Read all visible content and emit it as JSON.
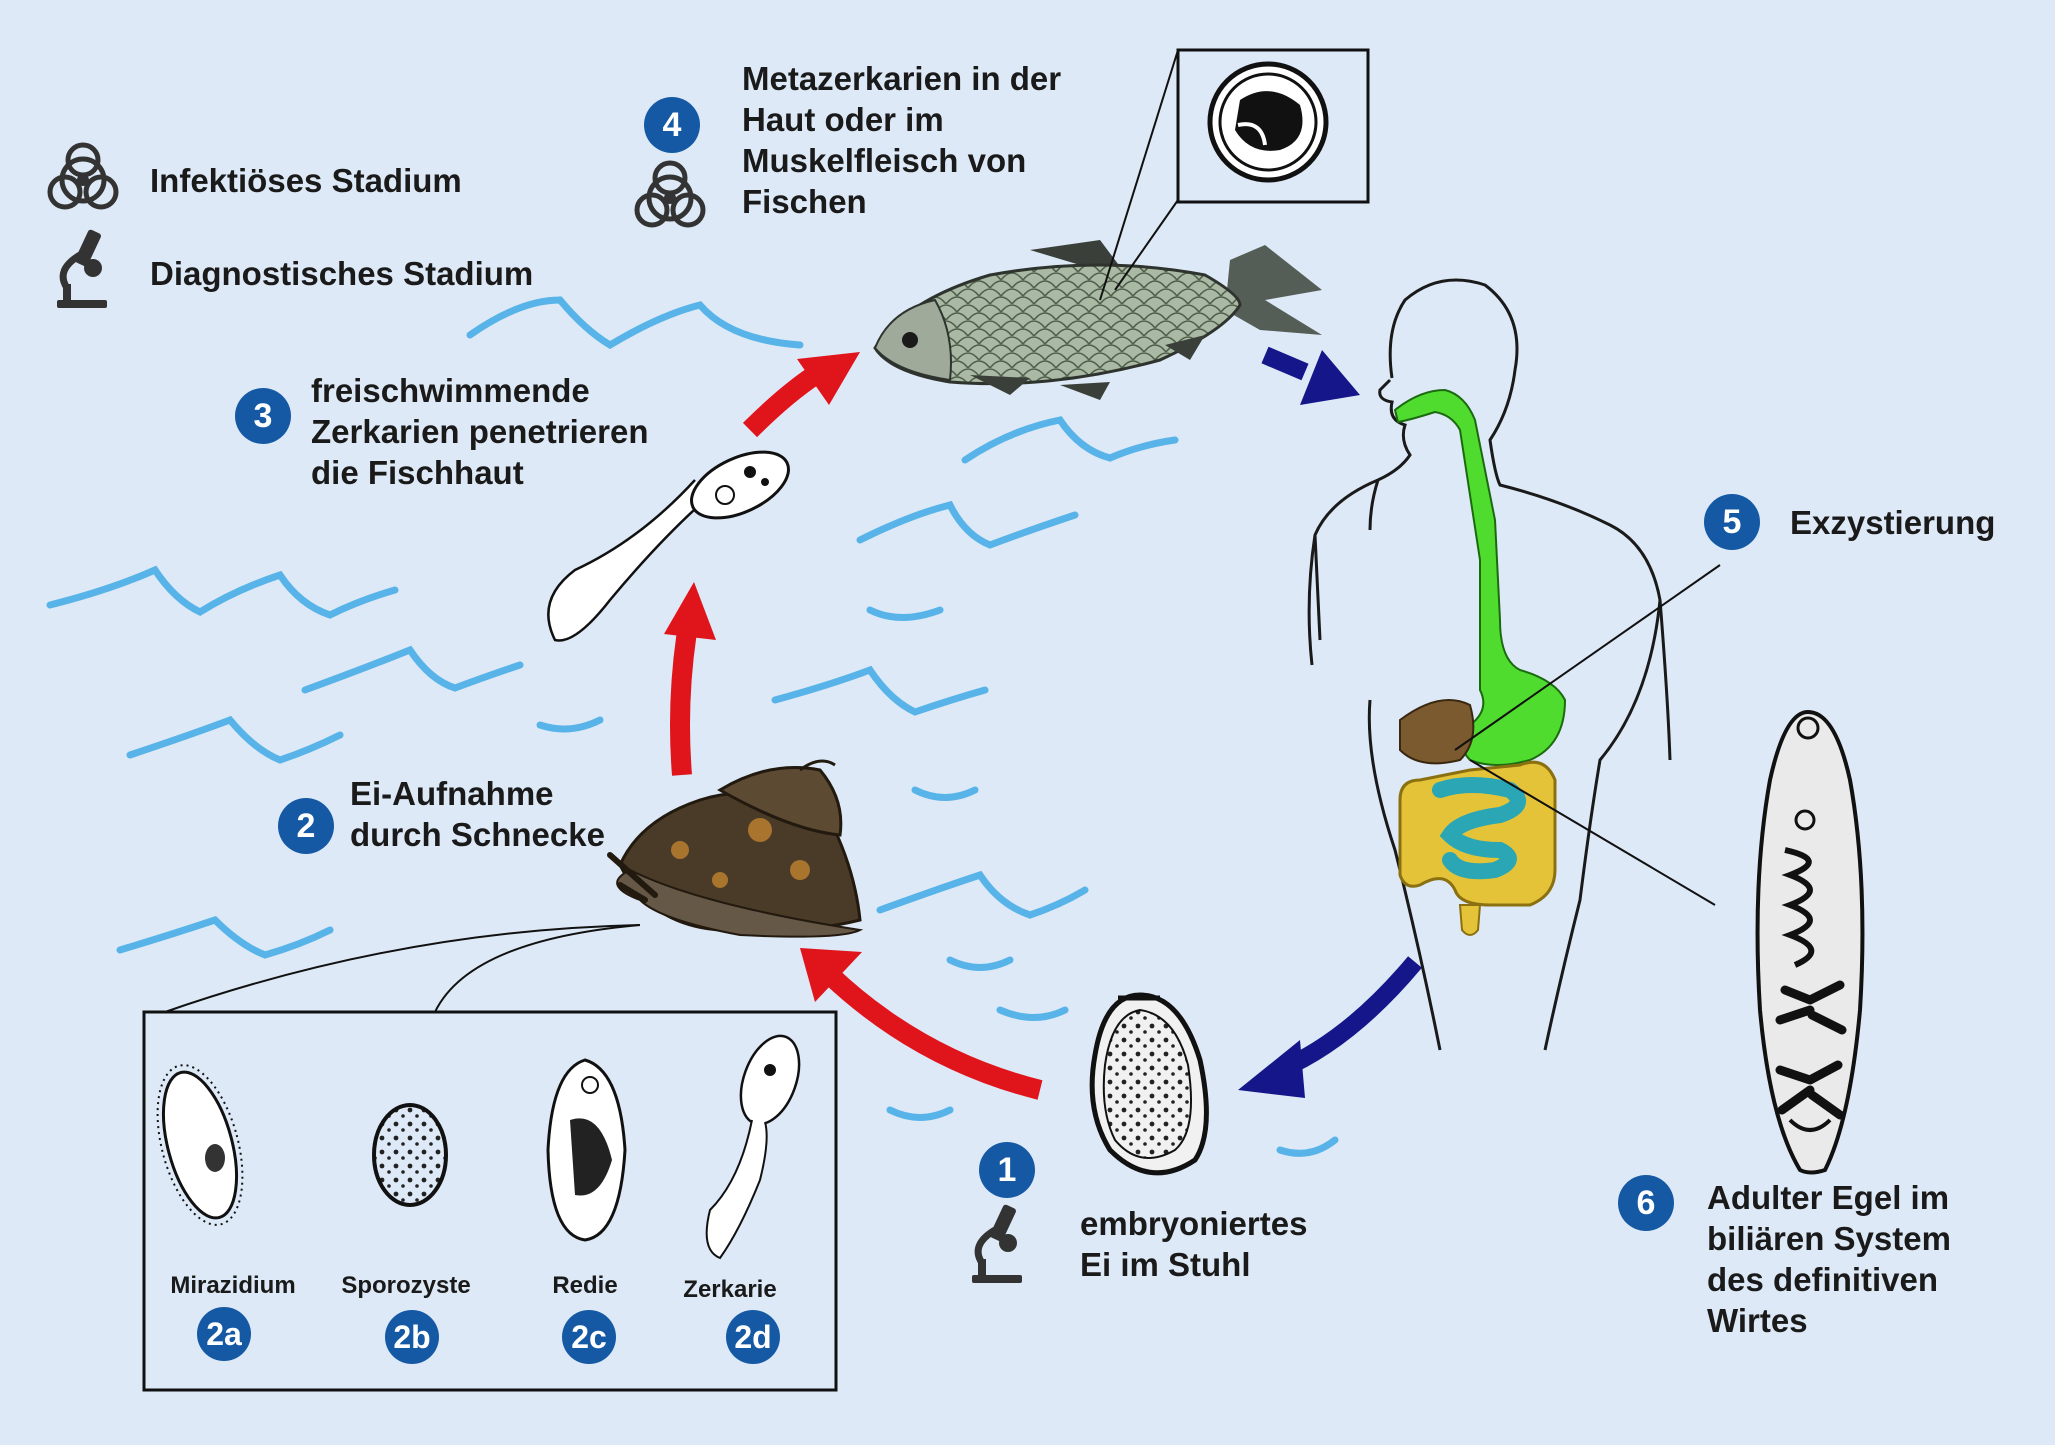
{
  "legend": {
    "infective": "Infektiöses Stadium",
    "diagnostic": "Diagnostisches Stadium"
  },
  "stages": {
    "s1": {
      "num": "1",
      "lines": [
        "embryoniertes",
        "Ei im Stuhl"
      ]
    },
    "s2": {
      "num": "2",
      "lines": [
        "Ei-Aufnahme",
        "durch Schnecke"
      ]
    },
    "s3": {
      "num": "3",
      "lines": [
        "freischwimmende",
        "Zerkarien penetrieren",
        "die Fischhaut"
      ]
    },
    "s4": {
      "num": "4",
      "lines": [
        "Metazerkarien in der",
        "Haut oder im",
        "Muskelfleisch von",
        "Fischen"
      ]
    },
    "s5": {
      "num": "5",
      "lines": [
        "Exzystierung"
      ]
    },
    "s6": {
      "num": "6",
      "lines": [
        "Adulter Egel im",
        "biliären System",
        "des definitiven",
        "Wirtes"
      ]
    }
  },
  "substages": [
    {
      "badge": "2a",
      "label": "Mirazidium"
    },
    {
      "badge": "2b",
      "label": "Sporozyste"
    },
    {
      "badge": "2c",
      "label": "Redie"
    },
    {
      "badge": "2d",
      "label": "Zerkarie"
    }
  ],
  "colors": {
    "background": "#dde9f6",
    "badge": "#1559a5",
    "red_arrow": "#e0141b",
    "blue_arrow": "#14168a",
    "water": "#58b4e8"
  },
  "icons": [
    "biohazard-icon",
    "microscope-icon"
  ]
}
